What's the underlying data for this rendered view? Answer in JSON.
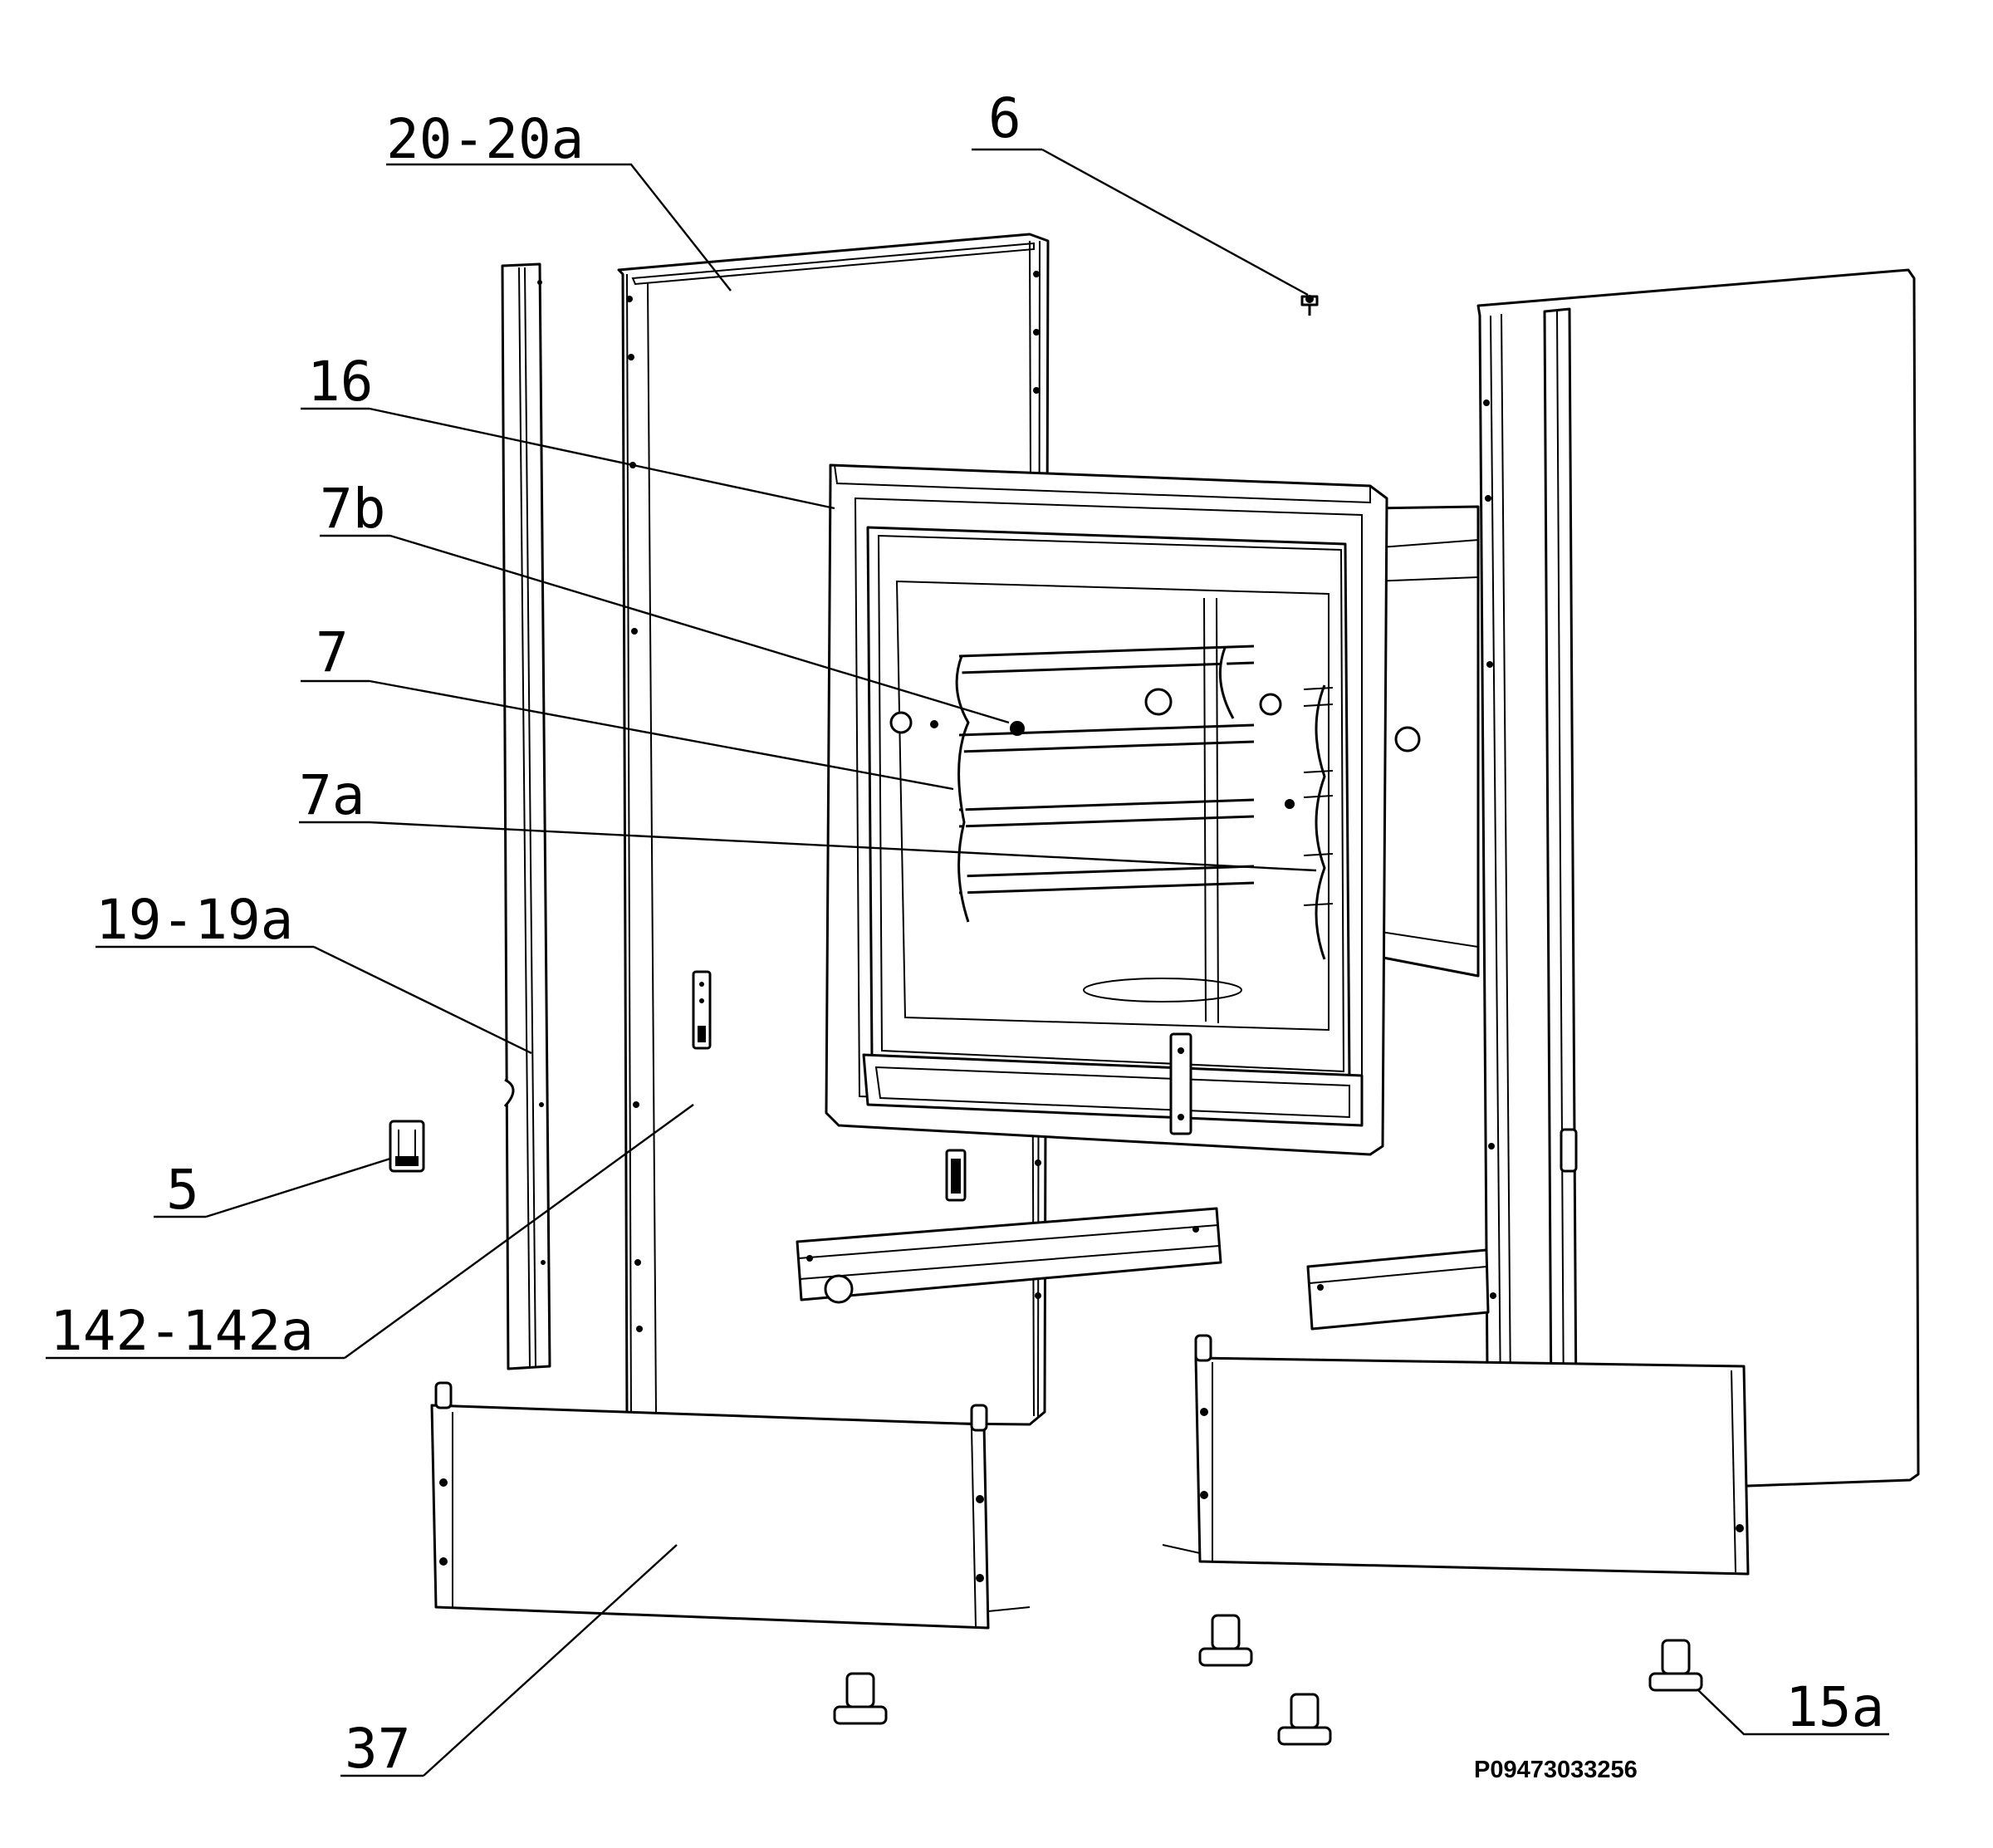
{
  "diagram": {
    "callouts": [
      {
        "id": "c-20-20a",
        "label": "20-20a"
      },
      {
        "id": "c-6",
        "label": "6"
      },
      {
        "id": "c-16",
        "label": "16"
      },
      {
        "id": "c-7b",
        "label": "7b"
      },
      {
        "id": "c-7",
        "label": "7"
      },
      {
        "id": "c-7a",
        "label": "7a"
      },
      {
        "id": "c-19-19a",
        "label": "19-19a"
      },
      {
        "id": "c-5",
        "label": "5"
      },
      {
        "id": "c-142-142a",
        "label": "142-142a"
      },
      {
        "id": "c-37",
        "label": "37"
      },
      {
        "id": "c-15a",
        "label": "15a"
      }
    ],
    "reference_code": "P09473033256"
  }
}
